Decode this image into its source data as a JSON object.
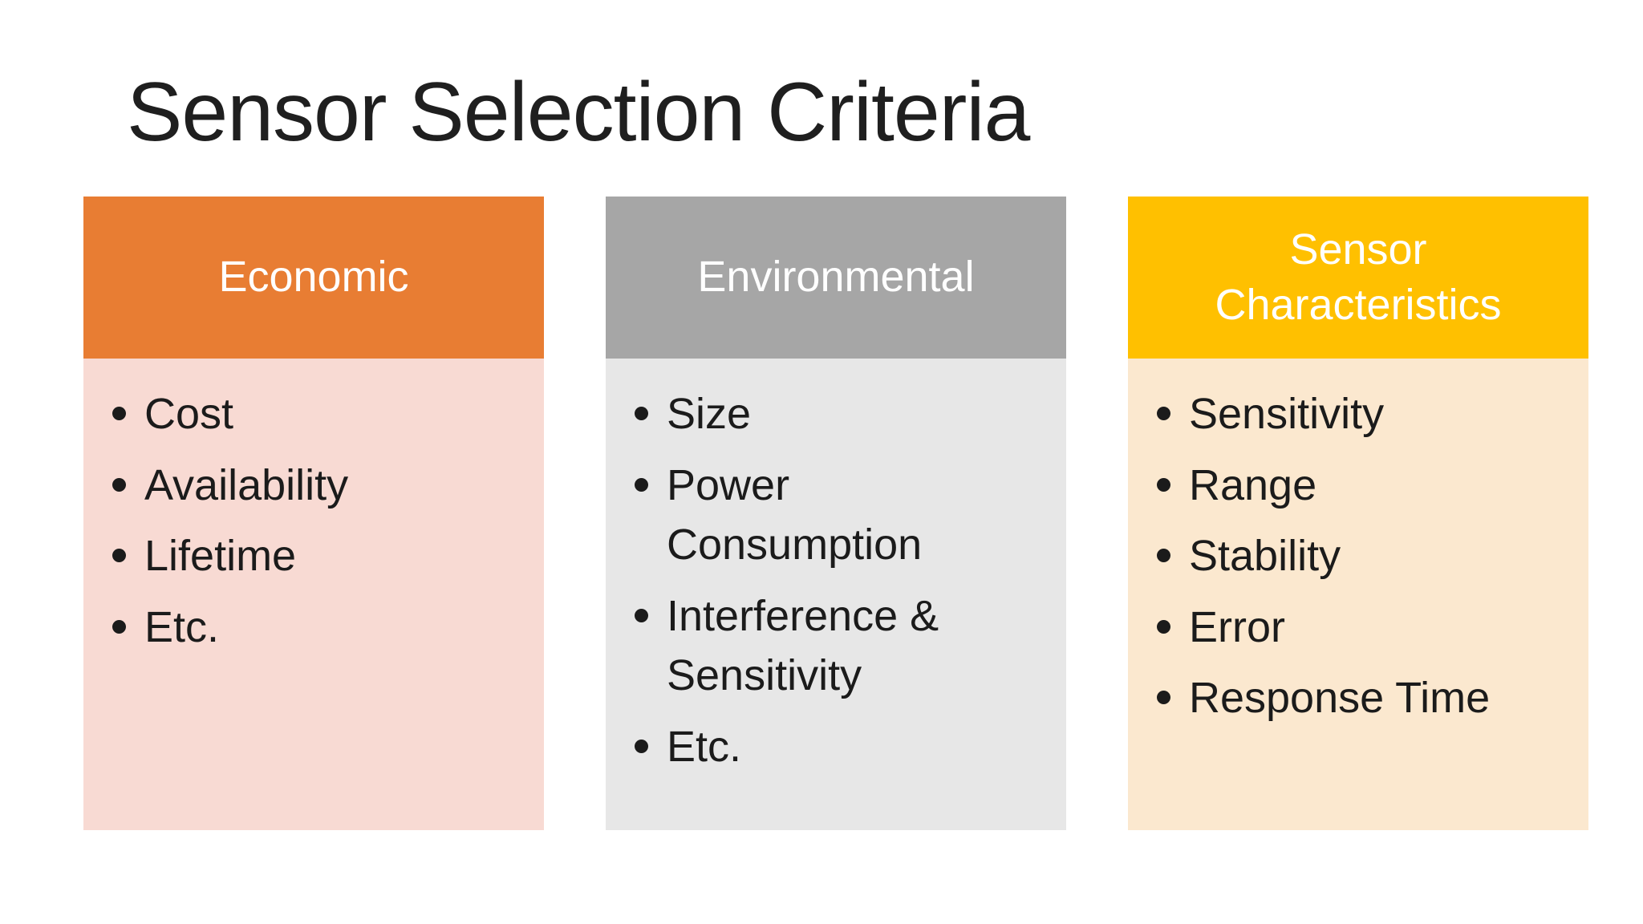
{
  "slide": {
    "title": "Sensor Selection Criteria",
    "columns": [
      {
        "header": "Economic",
        "header_color": "#E87D33",
        "body_color": "#F8DAD3",
        "items": [
          "Cost",
          "Availability",
          "Lifetime",
          "Etc."
        ]
      },
      {
        "header": "Environmental",
        "header_color": "#A6A6A6",
        "body_color": "#E7E7E7",
        "items": [
          "Size",
          "Power Consumption",
          "Interference & Sensitivity",
          "Etc."
        ]
      },
      {
        "header": "Sensor Characteristics",
        "header_color": "#FFC000",
        "body_color": "#FBE8CF",
        "items": [
          "Sensitivity",
          "Range",
          "Stability",
          "Error",
          "Response Time"
        ]
      }
    ]
  },
  "colors": {
    "background": "#FFFFFF",
    "title_text": "#1F1F1F",
    "body_text": "#1B1B1B",
    "header_text": "#FFFFFF"
  }
}
